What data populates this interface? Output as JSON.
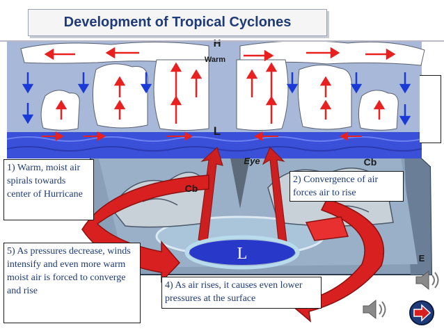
{
  "title": "Development of Tropical Cyclones",
  "top_diagram": {
    "high_label": "H",
    "warm_label": "Warm",
    "low_label": "L"
  },
  "cross_section": {
    "eye_label": "Eye",
    "cb_left": "Cb",
    "cb_right": "Cb",
    "center_low": "L",
    "corner_e": "E"
  },
  "captions": {
    "step1": "1) Warm, moist air spirals towards center of Hurricane",
    "step2": "2) Convergence of air forces air to rise",
    "step4": "4) As air rises, it causes even lower pressures at the surface",
    "step5": "5) As pressures decrease, winds intensify and even more warm moist air is forced to converge and rise"
  },
  "colors": {
    "title_text": "#1e3a78",
    "caption_text": "#1e3a78",
    "sky": "#a8b8d8",
    "ocean": "#3a50d8",
    "cloud": "#ffffff",
    "up_arrow": "#e82020",
    "down_arrow": "#1a3ad8",
    "spiral_arrow": "#d82020",
    "low_ring": "#b8dcec"
  },
  "icons": [
    "speaker-icon",
    "speaker-icon",
    "next-arrow-icon"
  ]
}
